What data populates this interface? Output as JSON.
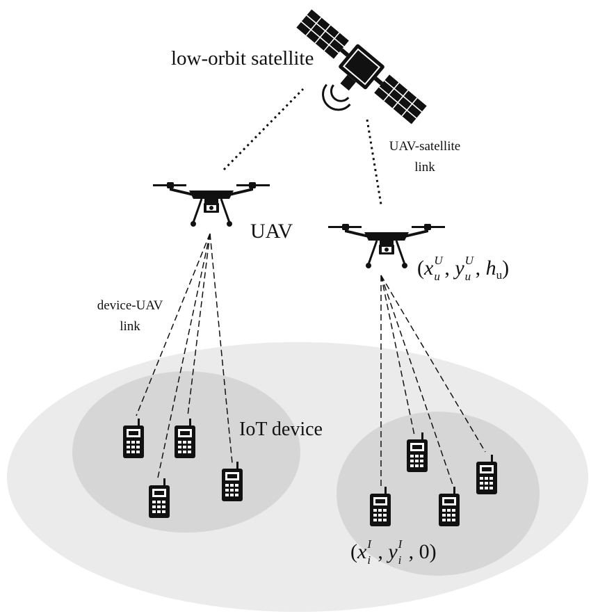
{
  "labels": {
    "satellite": "low-orbit satellite",
    "uav": "UAV",
    "iot_device": "IoT device",
    "device_uav_link": [
      "device-UAV",
      "link"
    ],
    "uav_satellite_link": [
      "UAV-satellite",
      "link"
    ]
  },
  "uav_coordinate": {
    "open": "(",
    "x": "x",
    "x_sup": "U",
    "x_sub": "u",
    "sep1": ", ",
    "y": "y",
    "y_sup": "U",
    "y_sub": "u",
    "sep2": ", ",
    "h": "h",
    "h_sub": "u",
    "close": ")"
  },
  "device_coordinate": {
    "open": "(",
    "x": "x",
    "x_sup": "I",
    "x_sub": "i",
    "sep1": ", ",
    "y": "y",
    "y_sup": "I",
    "y_sub": "i",
    "sep2": ", ",
    "z": "0",
    "close": ")"
  },
  "colors": {
    "outer_region": "#ebebeb",
    "cluster_region": "#d6d6d6",
    "ink": "#111111"
  },
  "icons": [
    "satellite-icon",
    "uav-icon",
    "iot-device-icon"
  ]
}
